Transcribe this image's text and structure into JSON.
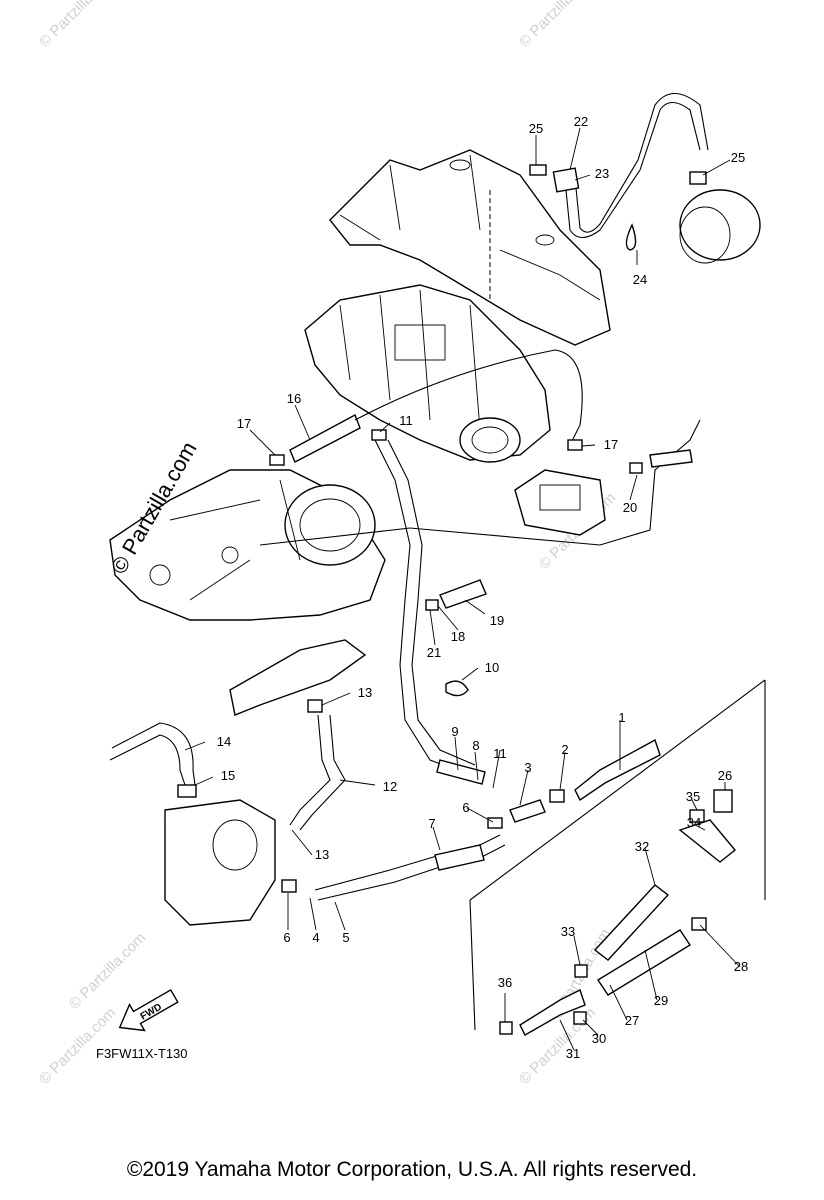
{
  "diagram": {
    "figure_code": "F3FW11X-T130",
    "fwd_label": "FWD",
    "side_watermark": "© Partzilla.com",
    "corner_watermark": "© Partzilla.com",
    "copyright": "©2019  Yamaha Motor Corporation, U.S.A. All rights reserved."
  },
  "callouts": [
    {
      "id": "c1",
      "label": "1"
    },
    {
      "id": "c2",
      "label": "2"
    },
    {
      "id": "c3",
      "label": "3"
    },
    {
      "id": "c4",
      "label": "4"
    },
    {
      "id": "c5",
      "label": "5"
    },
    {
      "id": "c6a",
      "label": "6"
    },
    {
      "id": "c6b",
      "label": "6"
    },
    {
      "id": "c7",
      "label": "7"
    },
    {
      "id": "c8",
      "label": "8"
    },
    {
      "id": "c9",
      "label": "9"
    },
    {
      "id": "c10",
      "label": "10"
    },
    {
      "id": "c11a",
      "label": "11"
    },
    {
      "id": "c11b",
      "label": "11"
    },
    {
      "id": "c12",
      "label": "12"
    },
    {
      "id": "c13a",
      "label": "13"
    },
    {
      "id": "c13b",
      "label": "13"
    },
    {
      "id": "c14",
      "label": "14"
    },
    {
      "id": "c15",
      "label": "15"
    },
    {
      "id": "c16",
      "label": "16"
    },
    {
      "id": "c17a",
      "label": "17"
    },
    {
      "id": "c17b",
      "label": "17"
    },
    {
      "id": "c18",
      "label": "18"
    },
    {
      "id": "c19",
      "label": "19"
    },
    {
      "id": "c20",
      "label": "20"
    },
    {
      "id": "c21",
      "label": "21"
    },
    {
      "id": "c22",
      "label": "22"
    },
    {
      "id": "c23",
      "label": "23"
    },
    {
      "id": "c24",
      "label": "24"
    },
    {
      "id": "c25a",
      "label": "25"
    },
    {
      "id": "c25b",
      "label": "25"
    },
    {
      "id": "c26",
      "label": "26"
    },
    {
      "id": "c27",
      "label": "27"
    },
    {
      "id": "c28",
      "label": "28"
    },
    {
      "id": "c29",
      "label": "29"
    },
    {
      "id": "c30",
      "label": "30"
    },
    {
      "id": "c31",
      "label": "31"
    },
    {
      "id": "c32",
      "label": "32"
    },
    {
      "id": "c33",
      "label": "33"
    },
    {
      "id": "c34",
      "label": "34"
    },
    {
      "id": "c35",
      "label": "35"
    },
    {
      "id": "c36",
      "label": "36"
    }
  ]
}
